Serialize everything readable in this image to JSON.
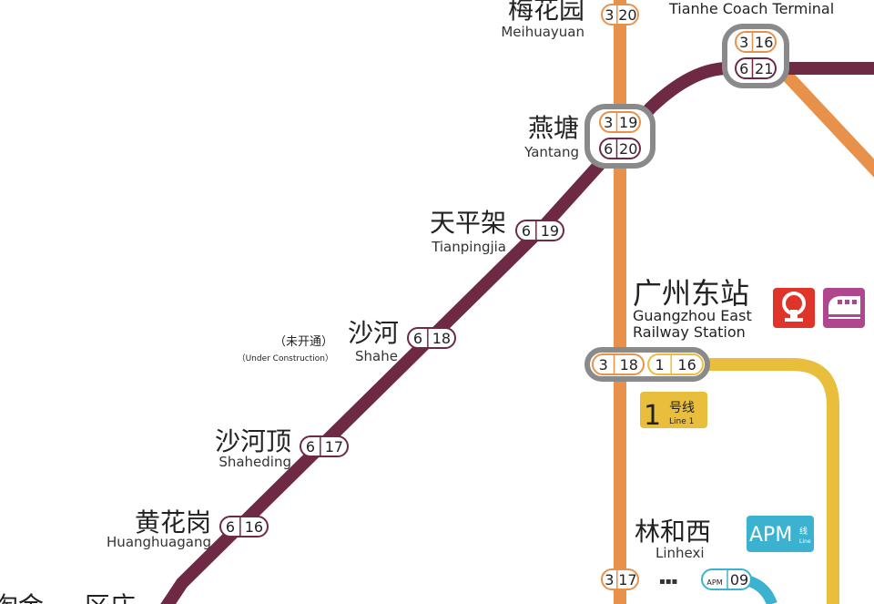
{
  "line_colors": {
    "3": "#E8914A",
    "6": "#6E2A45",
    "1": "#E8BE3C",
    "APM": "#3BB3D0",
    "interchange": "#8A8A8A"
  },
  "stations": [
    {
      "zh": "梅花园",
      "en": "Meihuayuan",
      "badges": [
        {
          "line": "3",
          "num": "20"
        }
      ]
    },
    {
      "zh": "燕塘",
      "en": "Yantang",
      "badges": [
        {
          "line": "3",
          "num": "19"
        },
        {
          "line": "6",
          "num": "20"
        }
      ]
    },
    {
      "en": "Tianhe Coach Terminal",
      "badges": [
        {
          "line": "3",
          "num": "16"
        },
        {
          "line": "6",
          "num": "21"
        }
      ]
    },
    {
      "zh": "天平架",
      "en": "Tianpingjia",
      "badges": [
        {
          "line": "6",
          "num": "19"
        }
      ]
    },
    {
      "zh": "沙河",
      "en": "Shahe",
      "note_zh": "（未开通）",
      "note_en": "（Under Construction）",
      "badges": [
        {
          "line": "6",
          "num": "18"
        }
      ]
    },
    {
      "zh": "沙河顶",
      "en": "Shaheding",
      "badges": [
        {
          "line": "6",
          "num": "17"
        }
      ]
    },
    {
      "zh": "黄花岗",
      "en": "Huanghuagang",
      "badges": [
        {
          "line": "6",
          "num": "16"
        }
      ]
    },
    {
      "zh": "广州东站",
      "en": "Guangzhou East",
      "en2": "Railway Station",
      "icons": [
        "railway-station-icon",
        "intercity-train-icon"
      ],
      "badges": [
        {
          "line": "3",
          "num": "18"
        },
        {
          "line": "1",
          "num": "16"
        }
      ]
    },
    {
      "zh": "林和西",
      "en": "Linhexi",
      "badges": [
        {
          "line": "3",
          "num": "17"
        },
        {
          "line": "APM",
          "num": "09"
        }
      ],
      "connector": "▪▪▪"
    },
    {
      "zh": "淘金"
    },
    {
      "zh": "区庄"
    }
  ],
  "line_labels": {
    "line1": {
      "num": "1",
      "zh": "号线",
      "en": "Line 1"
    },
    "apm": {
      "num": "APM",
      "zh": "线",
      "en": "Line"
    }
  }
}
